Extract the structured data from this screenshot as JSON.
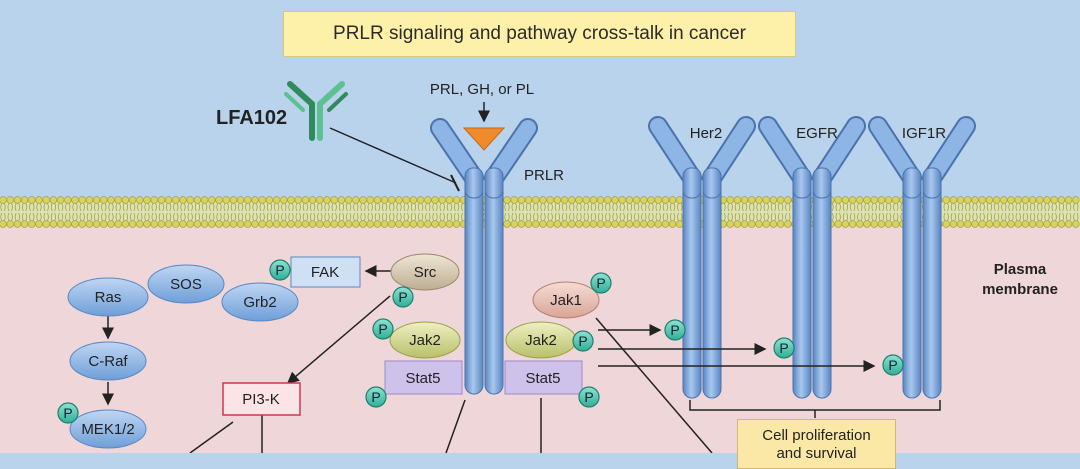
{
  "title": "PRLR signaling and pathway cross-talk in cancer",
  "labels": {
    "antibody": "LFA102",
    "ligand": "PRL, GH, or PL",
    "receptor": "PRLR",
    "her2": "Her2",
    "egfr": "EGFR",
    "igf1r": "IGF1R",
    "membrane_line1": "Plasma",
    "membrane_line2": "membrane"
  },
  "nodes": {
    "ras": "Ras",
    "sos": "SOS",
    "grb2": "Grb2",
    "fak": "FAK",
    "src": "Src",
    "craf": "C-Raf",
    "mek": "MEK1/2",
    "pi3k": "PI3-K",
    "jak1": "Jak1",
    "jak2_left": "Jak2",
    "jak2_right": "Jak2",
    "stat5_left": "Stat5",
    "stat5_right": "Stat5"
  },
  "phospho": "P",
  "outcome": {
    "line1": "Cell proliferation",
    "line2": "and survival"
  },
  "colors": {
    "background_top": "#b9d3ec",
    "cytoplasm": "#efd6d8",
    "receptor_blue": "#7ea9dc",
    "ligand_orange": "#f08b2c",
    "antibody_green": "#3c9a6a",
    "phospho_teal": "#3fc0a8",
    "jak_green": "#cfd690",
    "stat_purple": "#c8b9e6",
    "title_yellow": "#fdf0a8"
  }
}
